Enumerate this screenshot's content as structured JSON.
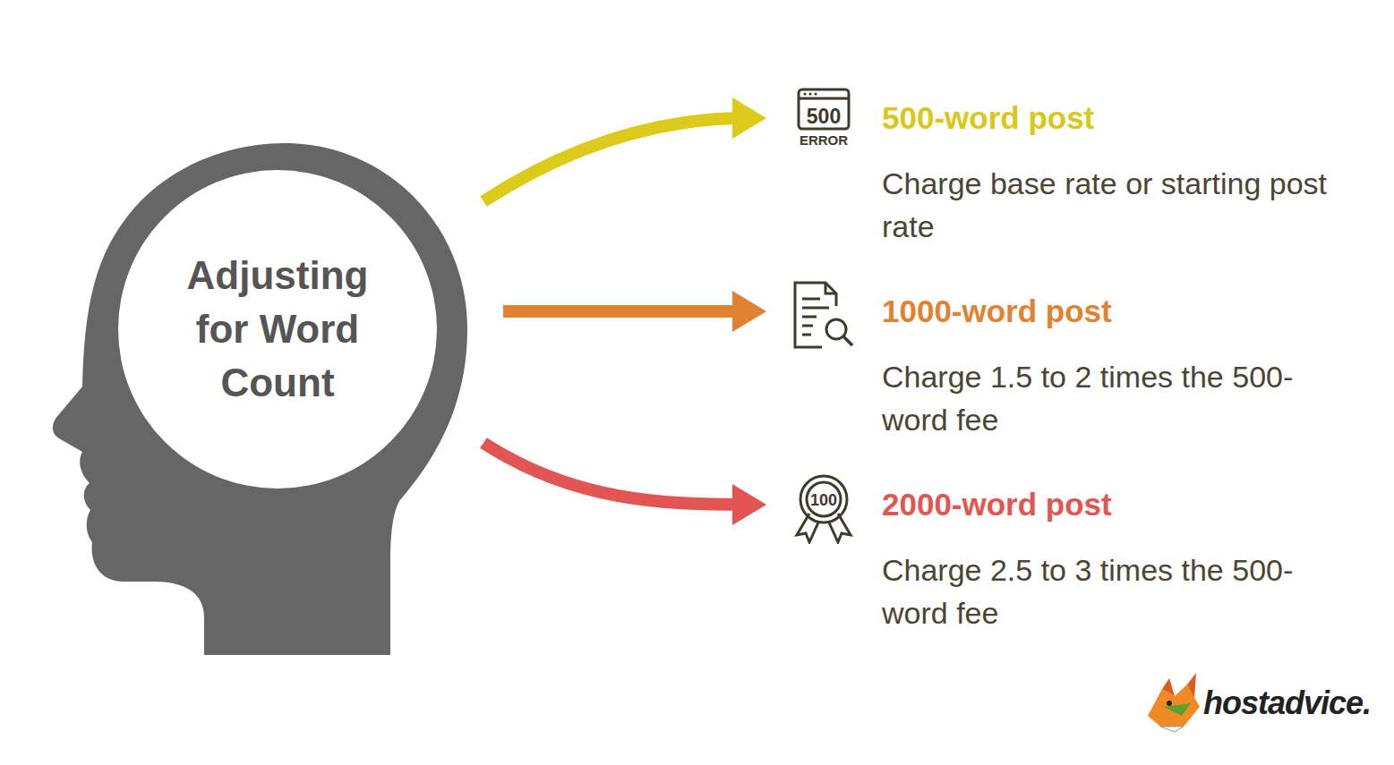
{
  "diagram": {
    "nodes": [
      {
        "text": [
          "Adjusting for Word Count"
        ]
      },
      {
        "text": [
          "500-word post",
          "Charge base rate or starting post rate"
        ]
      },
      {
        "text": [
          "1000-word post",
          "Charge 1.5 to 2 times the 500-word fee"
        ]
      },
      {
        "text": [
          "2000-word post",
          "Charge 2.5 to 3 times the 500-word fee"
        ]
      }
    ],
    "edges": [
      {
        "from": 0,
        "to": 1,
        "arrow": "to"
      },
      {
        "from": 0,
        "to": 2,
        "arrow": "to"
      },
      {
        "from": 0,
        "to": 3,
        "arrow": "to"
      }
    ],
    "labels": [
      "500",
      "ERROR",
      "100",
      "hostadvice."
    ]
  }
}
